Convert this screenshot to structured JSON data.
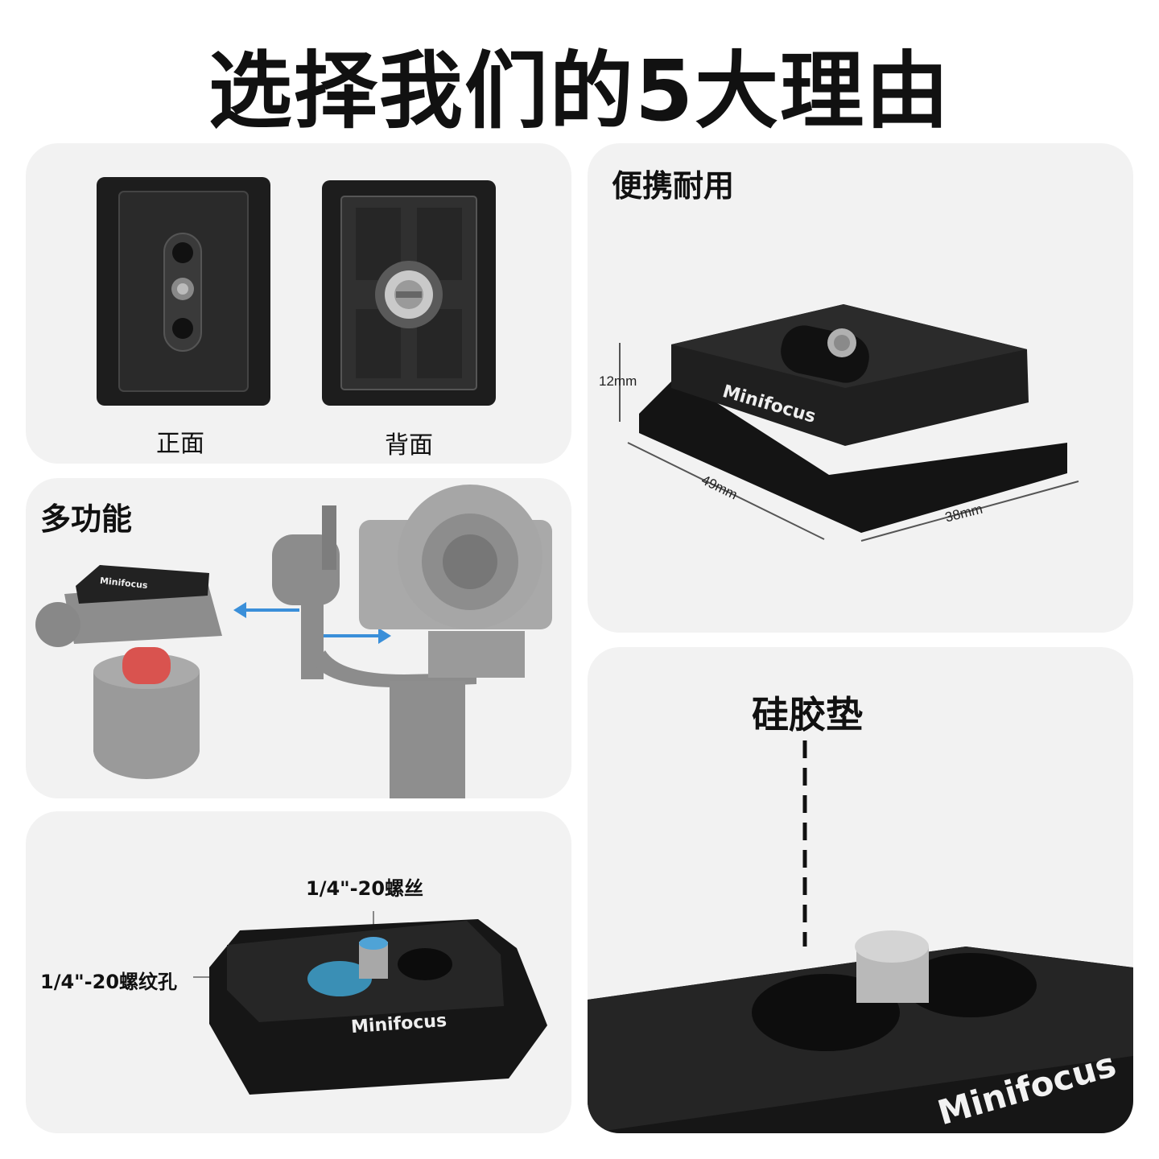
{
  "page": {
    "title": "选择我们的5大理由"
  },
  "views": {
    "front_caption": "正面",
    "back_caption": "背面"
  },
  "durable": {
    "label": "便携耐用",
    "height": "12mm",
    "length": "49mm",
    "width": "38mm",
    "brand": "Minifocus"
  },
  "multi": {
    "label": "多功能",
    "brand": "Minifocus"
  },
  "screw": {
    "screw_label": "1/4\"-20螺丝",
    "hole_label": "1/4\"-20螺纹孔",
    "brand": "Minifocus"
  },
  "silicone": {
    "label": "硅胶垫",
    "brand": "Minifocus"
  },
  "colors": {
    "card_bg": "#f2f2f2",
    "plate_black": "#1c1c1c",
    "arrow_blue": "#3a8fd9",
    "ball_red": "#d9534f"
  }
}
